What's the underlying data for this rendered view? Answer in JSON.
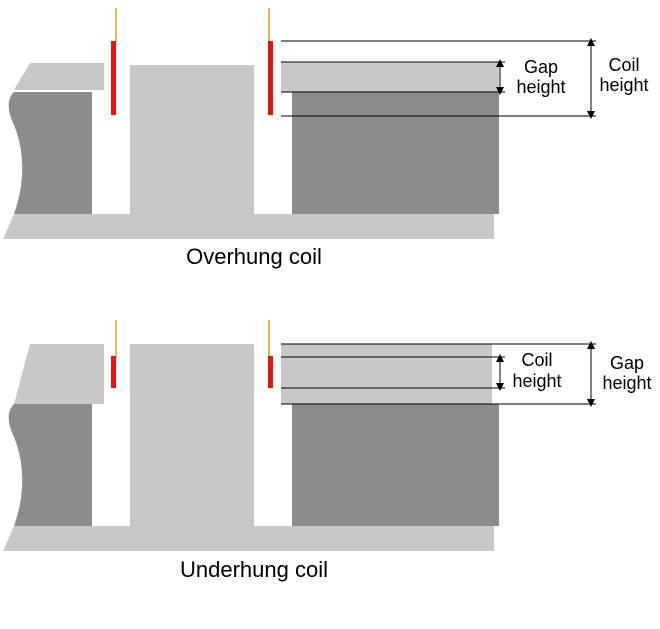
{
  "colors": {
    "light_gray": "#c8c8c8",
    "dark_gray": "#8c8c8c",
    "coil_red": "#ee1111",
    "lead_orange": "#f0a000",
    "line_black": "#000000"
  },
  "diagrams": [
    {
      "caption": "Overhung coil",
      "inner_label_line1": "Gap",
      "inner_label_line2": "height",
      "outer_label_line1": "Coil",
      "outer_label_line2": "height"
    },
    {
      "caption": "Underhung coil",
      "inner_label_line1": "Coil",
      "inner_label_line2": "height",
      "outer_label_line1": "Gap",
      "outer_label_line2": "height"
    }
  ]
}
